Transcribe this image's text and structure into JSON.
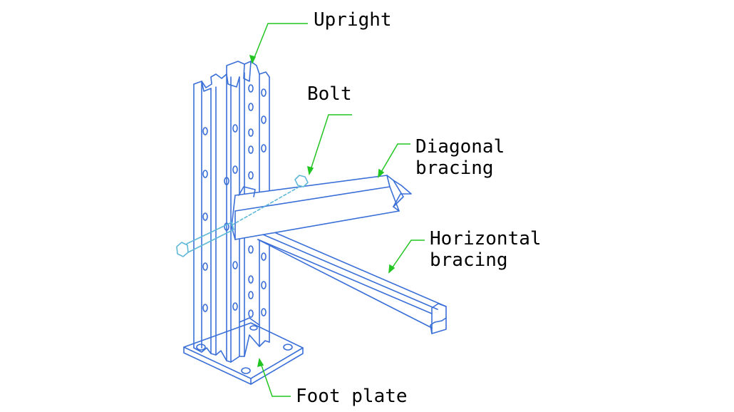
{
  "labels": {
    "upright": "Upright",
    "bolt": "Bolt",
    "diagonal_bracing_line1": "Diagonal",
    "diagonal_bracing_line2": "bracing",
    "horizontal_bracing_line1": "Horizontal",
    "horizontal_bracing_line2": "bracing",
    "foot_plate": "Foot plate"
  },
  "colors": {
    "part_stroke": "#3a6fd8",
    "bolt_stroke": "#5fb8d8",
    "leader_line": "#22c522",
    "text": "#000000"
  }
}
